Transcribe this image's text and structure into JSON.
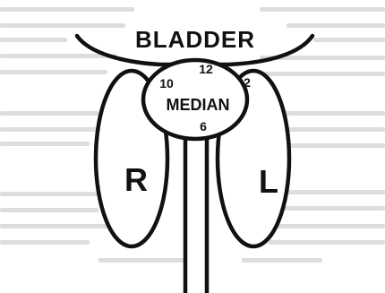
{
  "diagram": {
    "bladder_label": "BLADDER",
    "median_label": "MEDIAN",
    "right_lobe_label": "R",
    "left_lobe_label": "L",
    "clock_positions": {
      "twelve": "12",
      "ten": "10",
      "two": "2",
      "six": "6"
    }
  },
  "colors": {
    "ink": "#111111",
    "paper": "#ffffff",
    "faded_text": "#d2d2d2"
  }
}
